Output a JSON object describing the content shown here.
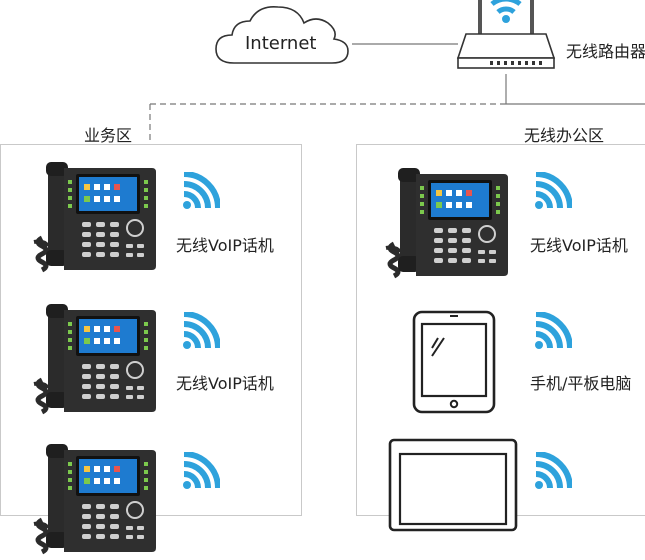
{
  "internet": {
    "label": "Internet"
  },
  "router": {
    "label": "无线路由器"
  },
  "zones": [
    {
      "label": "业务区"
    },
    {
      "label": "无线办公区"
    }
  ],
  "devices": {
    "business": [
      {
        "label": "无线VoIP话机",
        "icon": "voip-phone-icon"
      },
      {
        "label": "无线VoIP话机",
        "icon": "voip-phone-icon"
      },
      {
        "label": "",
        "icon": "voip-phone-icon"
      }
    ],
    "office": [
      {
        "label": "无线VoIP话机",
        "icon": "voip-phone-icon"
      },
      {
        "label": "手机/平板电脑",
        "icon": "tablet-icon"
      },
      {
        "label": "",
        "icon": "computer-icon"
      }
    ]
  },
  "colors": {
    "wifi": "#2ea2dc",
    "phone_body": "#2b2b2b",
    "screen": "#1e7bd0",
    "zone_border": "#c9c9c9",
    "link": "#777777"
  }
}
